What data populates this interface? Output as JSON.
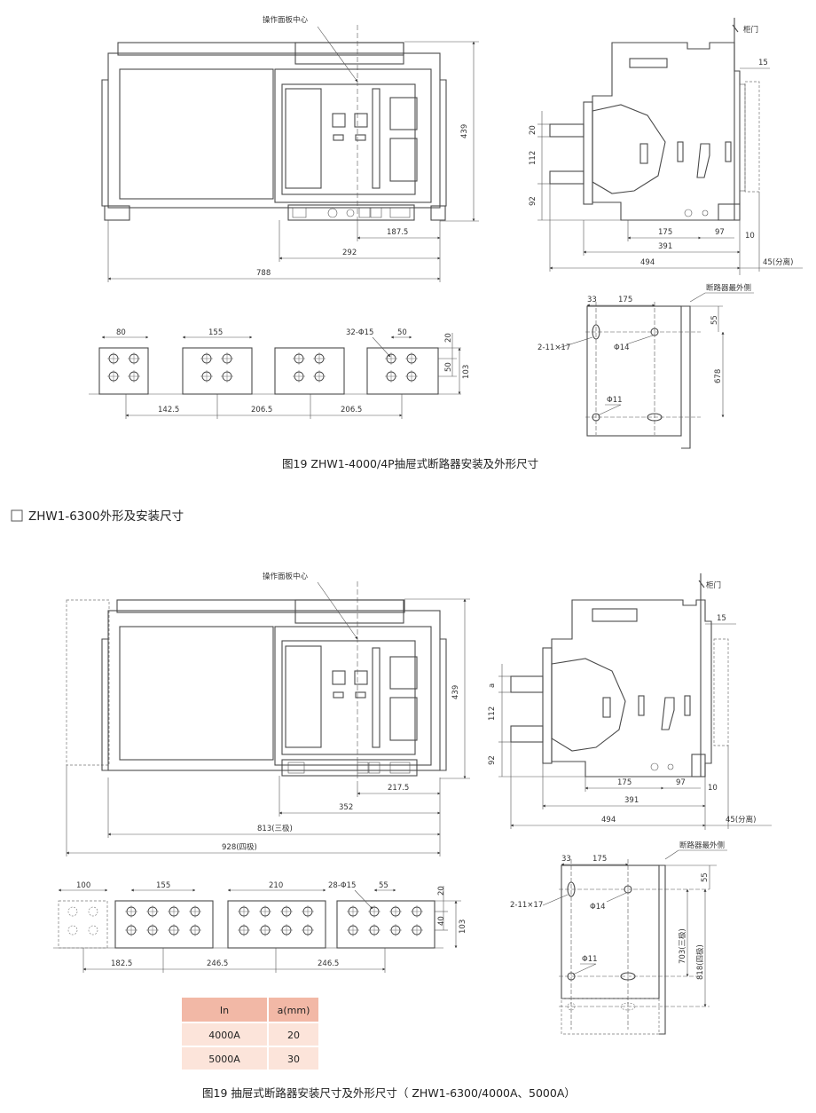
{
  "colors": {
    "table_header": "#f2b8a6",
    "table_row": "#fce4da",
    "line": "#4a4a4a"
  },
  "top": {
    "panel_label": "操作面板中心",
    "door_label": "柜门",
    "outer_label": "断路器最外侧",
    "caption": "图19  ZHW1-4000/4P抽屉式断路器安装及外形尺寸",
    "front_dims": {
      "h439": "439",
      "d187": "187.5",
      "d292": "292",
      "d788": "788"
    },
    "side_dims": {
      "d15": "15",
      "d20": "20",
      "d112": "112",
      "d92": "92",
      "d175": "175",
      "d97": "97",
      "d10": "10",
      "d391": "391",
      "d494": "494",
      "d45": "45(分离)"
    },
    "busbar_dims": {
      "d80": "80",
      "d155": "155",
      "holes": "32-Φ15",
      "d50a": "50",
      "d20": "20",
      "d50b": "50",
      "d103": "103",
      "d142": "142.5",
      "d206a": "206.5",
      "d206b": "206.5"
    },
    "mount_dims": {
      "d33": "33",
      "d175": "175",
      "slots": "2-11×17",
      "phi14": "Φ14",
      "phi11": "Φ11",
      "d55": "55",
      "d678": "678"
    }
  },
  "section_title": "ZHW1-6300外形及安装尺寸",
  "bottom": {
    "panel_label": "操作面板中心",
    "door_label": "柜门",
    "outer_label": "断路器最外侧",
    "caption": "图19  抽屉式断路器安装尺寸及外形尺寸（ ZHW1-6300/4000A、5000A）",
    "front_dims": {
      "h439": "439",
      "d217": "217.5",
      "d352": "352",
      "d813": "813(三极)",
      "d928": "928(四极)"
    },
    "side_dims": {
      "d15": "15",
      "da": "a",
      "d112": "112",
      "d92": "92",
      "d175": "175",
      "d97": "97",
      "d10": "10",
      "d391": "391",
      "d494": "494",
      "d45": "45(分离)"
    },
    "busbar_dims": {
      "d100": "100",
      "d155": "155",
      "d210": "210",
      "holes": "28-Φ15",
      "d55": "55",
      "d20": "20",
      "d40": "40",
      "d103": "103",
      "d182": "182.5",
      "d246a": "246.5",
      "d246b": "246.5"
    },
    "mount_dims": {
      "d33": "33",
      "d175": "175",
      "slots": "2-11×17",
      "phi14": "Φ14",
      "phi11": "Φ11",
      "d55": "55",
      "d703": "703(三极)",
      "d818": "818(四极)"
    },
    "table": {
      "headers": [
        "In",
        "a(mm)"
      ],
      "rows": [
        [
          "4000A",
          "20"
        ],
        [
          "5000A",
          "30"
        ]
      ]
    }
  }
}
